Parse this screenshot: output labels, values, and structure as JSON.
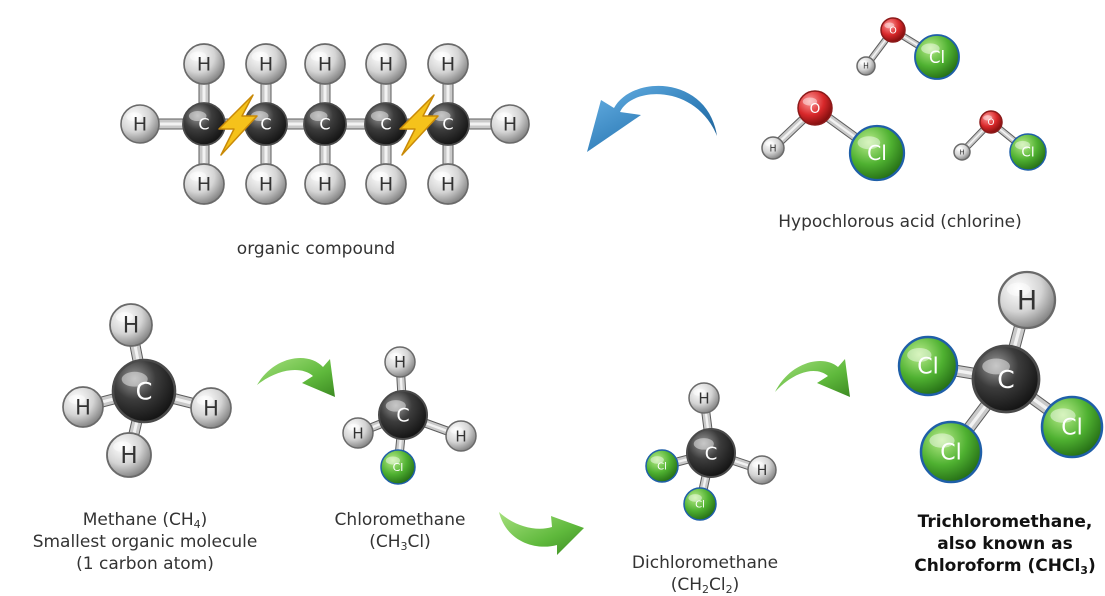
{
  "organic_compound": {
    "caption": "organic compound",
    "atom_labels": {
      "carbon": "C",
      "hydrogen": "H"
    },
    "bond_break_icon": "lightning-bolt-icon"
  },
  "hypochlorous_acid": {
    "caption": "Hypochlorous acid (chlorine)",
    "atom_labels": {
      "oxygen": "O",
      "hydrogen": "H",
      "chlorine": "Cl"
    }
  },
  "methane": {
    "caption_line1_prefix": "Methane (CH",
    "caption_line1_sub": "4",
    "caption_line1_suffix": ")",
    "caption_line2": "Smallest organic molecule",
    "caption_line3": "(1 carbon atom)"
  },
  "chloromethane": {
    "caption_line1": "Chloromethane",
    "formula_prefix": "(CH",
    "formula_sub": "3",
    "formula_suffix": "Cl)"
  },
  "dichloromethane": {
    "caption_line1": "Dichloromethane",
    "formula_prefix": "(CH",
    "formula_sub1": "2",
    "formula_mid": "Cl",
    "formula_sub2": "2",
    "formula_suffix": ")"
  },
  "trichloromethane": {
    "caption_line1": "Trichloromethane,",
    "caption_line2": "also known as",
    "caption_line3_prefix": "Chloroform (CHCl",
    "caption_line3_sub": "3",
    "caption_line3_suffix": ")"
  },
  "colors": {
    "carbon": "#3a3a3a",
    "hydrogen": "#d9d9d9",
    "chlorine": "#5cb83a",
    "oxygen": "#d42a2a",
    "blue_arrow": "#2f7db8",
    "green_arrow": "#6cc24a",
    "bolt": "#f5c21b"
  }
}
